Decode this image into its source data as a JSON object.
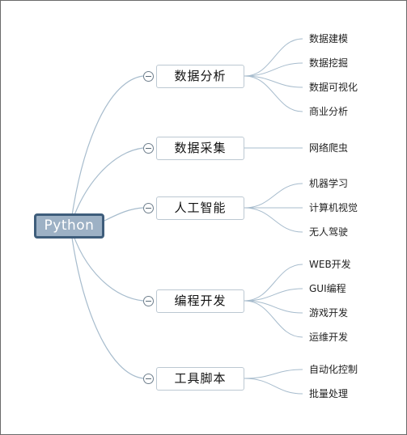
{
  "root": {
    "label": "Python"
  },
  "branches": [
    {
      "label": "数据分析",
      "children": [
        "数据建模",
        "数据挖掘",
        "数据可视化",
        "商业分析"
      ]
    },
    {
      "label": "数据采集",
      "children": [
        "网络爬虫"
      ]
    },
    {
      "label": "人工智能",
      "children": [
        "机器学习",
        "计算机视觉",
        "无人驾驶"
      ]
    },
    {
      "label": "编程开发",
      "children": [
        "WEB开发",
        "GUI编程",
        "游戏开发",
        "运维开发"
      ]
    },
    {
      "label": "工具脚本",
      "children": [
        "自动化控制",
        "批量处理"
      ]
    }
  ],
  "colors": {
    "root_fill": "#9db1c5",
    "root_border": "#3e5d7b",
    "link": "#a7bccd"
  },
  "icons": {
    "collapse": "minus-circle-icon"
  }
}
